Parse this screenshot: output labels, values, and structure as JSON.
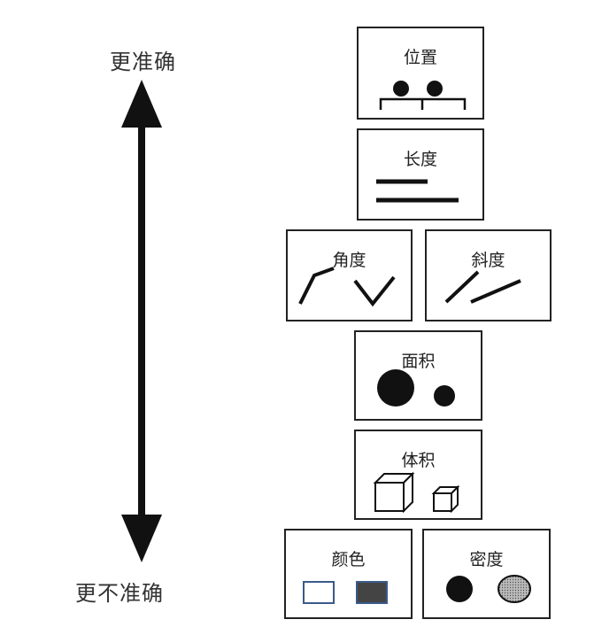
{
  "scale": {
    "top_label": "更准确",
    "bottom_label": "更不准确"
  },
  "cards": {
    "position": {
      "title": "位置"
    },
    "length": {
      "title": "长度"
    },
    "angle": {
      "title": "角度"
    },
    "slope": {
      "title": "斜度"
    },
    "area": {
      "title": "面积"
    },
    "volume": {
      "title": "体积"
    },
    "color": {
      "title": "颜色",
      "outline_color": "#3a5a8a",
      "fill_color": "#444444"
    },
    "density": {
      "title": "密度"
    }
  }
}
